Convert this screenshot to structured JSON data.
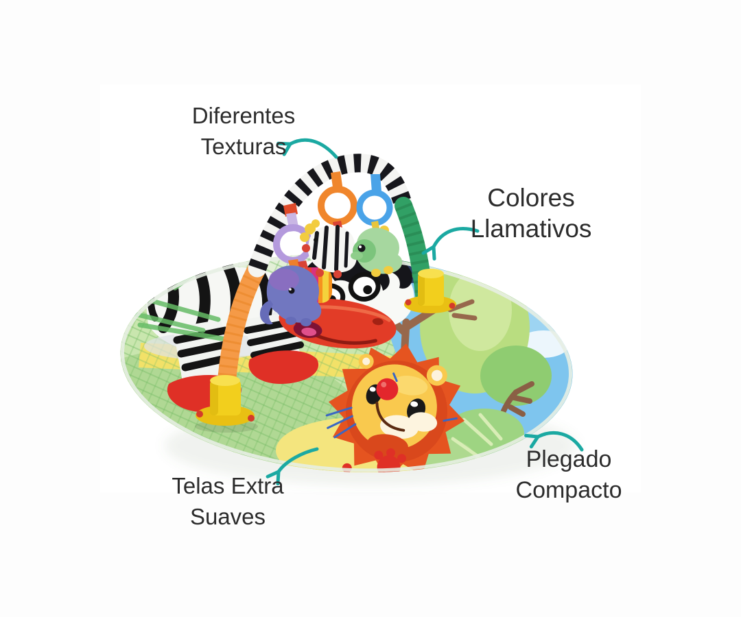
{
  "page": {
    "canvas_bg": "#fdfdfd",
    "photo_bg": "#ffffff"
  },
  "annotations": {
    "arrow_color": "#1ba9a2",
    "text_color": "#2c2c2c",
    "labels": {
      "texturas": {
        "line1": "Diferentes",
        "line2": "Texturas"
      },
      "colores": {
        "line1": "Colores",
        "line2": "Llamativos"
      },
      "telas": {
        "line1": "Telas Extra",
        "line2": "Suaves"
      },
      "plegado": {
        "line1": "Plegado",
        "line2": "Compacto"
      }
    }
  },
  "product": {
    "type": "baby-activity-gym-play-mat",
    "toys": [
      "elephant-plush",
      "zebra-plush",
      "dino-plush"
    ],
    "colors": {
      "arch_zebra_black": "#17171c",
      "arch_zebra_white": "#f4f4f2",
      "arch_green": "#31a065",
      "arch_orange": "#f59a47",
      "base_yellow": "#f2cf1d",
      "ring_purple": "#b49add",
      "ring_orange": "#f0862c",
      "ring_blue": "#4aa3e8",
      "mat_green": "#c9e6ae",
      "mat_yellow_band": "#f2e168",
      "sky_blue": "#7ec5ee",
      "zebra_muzzle_red": "#e23c27",
      "lion_mane_orange": "#e55420",
      "lion_face_yellow": "#f9c94e",
      "tree_brown": "#97684c"
    }
  }
}
